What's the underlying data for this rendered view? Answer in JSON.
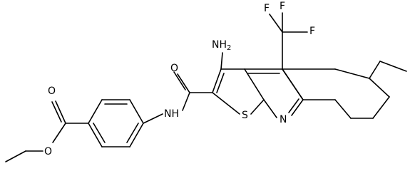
{
  "molecule": {
    "atoms": {
      "o_carbonyl_ester": "O",
      "o_ether_ester": "O",
      "nh_amide": "NH",
      "o_carbonyl_amide": "O",
      "nh2_amino": "NH2",
      "f_1": "F",
      "f_2": "F",
      "f_3": "F",
      "s_thiophene": "S",
      "n_pyridine": "N"
    }
  }
}
